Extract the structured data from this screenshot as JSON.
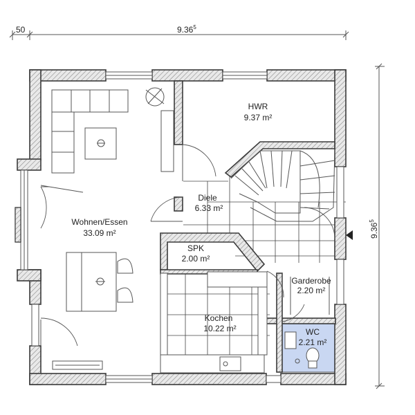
{
  "dimensions": {
    "top_offset": "50",
    "width": "9.36",
    "width_exp": "5",
    "height": "9.36",
    "height_exp": "5"
  },
  "rooms": {
    "hwr": {
      "name": "HWR",
      "area": "9.37 m²"
    },
    "wohnen": {
      "name": "Wohnen/Essen",
      "area": "33.09 m²"
    },
    "diele": {
      "name": "Diele",
      "area": "6.33 m²"
    },
    "spk": {
      "name": "SPK",
      "area": "2.00 m²"
    },
    "kochen": {
      "name": "Kochen",
      "area": "10.22 m²"
    },
    "garderobe": {
      "name": "Garderobe",
      "area": "2.20 m²"
    },
    "wc": {
      "name": "WC",
      "area": "2.21 m²"
    }
  },
  "colors": {
    "wall_stroke": "#3a3a3a",
    "wc_fill": "#c9d7f2",
    "tile_line": "#444444"
  }
}
